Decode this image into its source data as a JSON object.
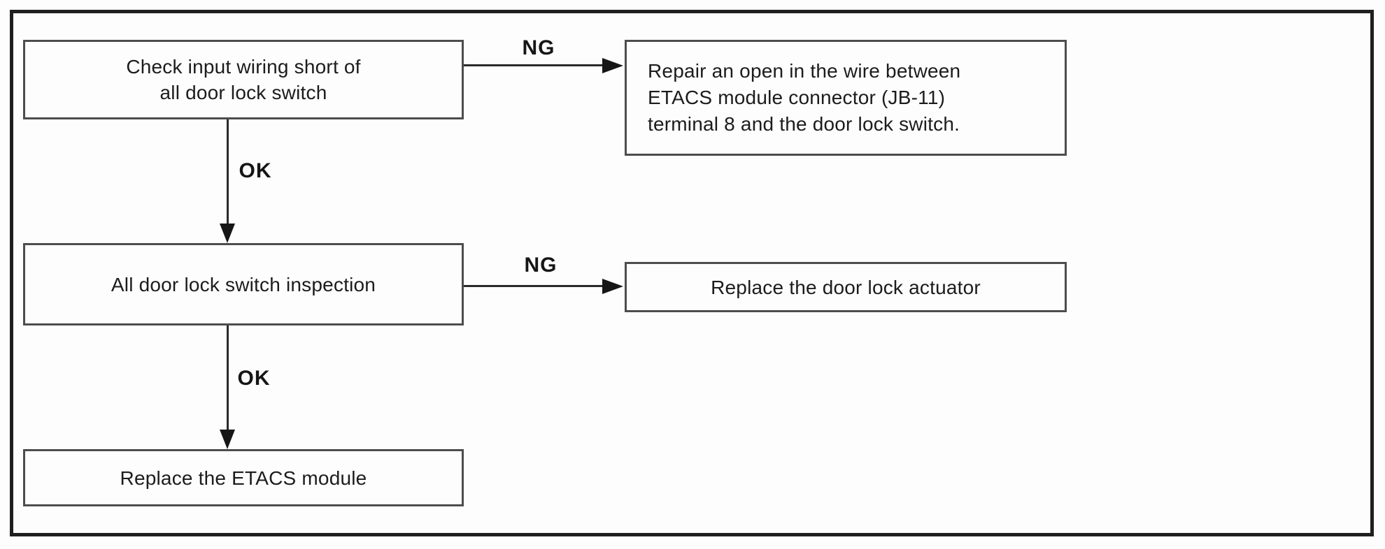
{
  "flowchart": {
    "step1": {
      "line1": "Check input wiring short of",
      "line2": "all door lock switch"
    },
    "ng1": "NG",
    "repair_open": {
      "line1": "Repair an open in the wire between",
      "line2": "ETACS module connector (JB-11)",
      "line3": "terminal 8 and the door lock switch."
    },
    "ok1": "OK",
    "step2": "All door lock switch inspection",
    "ng2": "NG",
    "replace_actuator": "Replace the door lock actuator",
    "ok2": "OK",
    "replace_module": "Replace the ETACS module"
  },
  "colors": {
    "background": "#fdfdfd",
    "box_border": "#4d4d4d",
    "outer_border": "#1f1f1f",
    "text": "#1c1c1c",
    "arrow": "#2a2a2a"
  }
}
